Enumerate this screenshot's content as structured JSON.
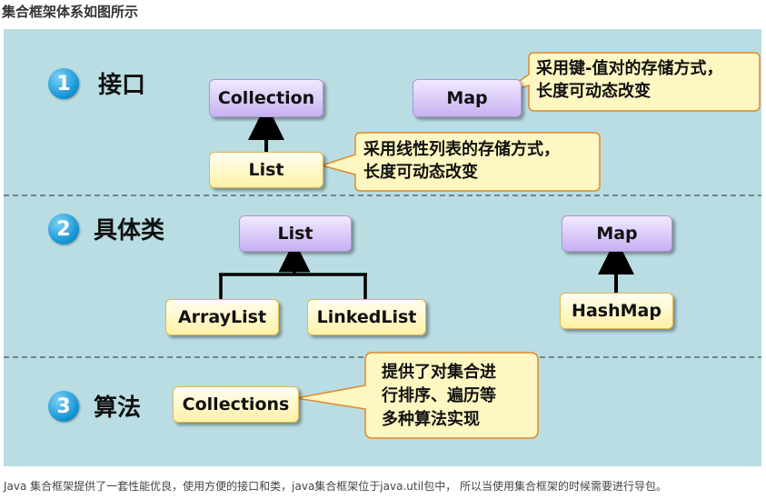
{
  "page": {
    "heading": "集合框架体系如图所示",
    "caption": "Java 集合框架提供了一套性能优良，使用方便的接口和类，java集合框架位于java.util包中， 所以当使用集合框架的时候需要进行导包。"
  },
  "sections": [
    {
      "num": "1",
      "title": "接口"
    },
    {
      "num": "2",
      "title": "具体类"
    },
    {
      "num": "3",
      "title": "算法"
    }
  ],
  "nodes": {
    "collection": "Collection",
    "map_iface": "Map",
    "list_iface": "List",
    "list_class": "List",
    "map_class": "Map",
    "arraylist": "ArrayList",
    "linkedlist": "LinkedList",
    "hashmap": "HashMap",
    "collections": "Collections"
  },
  "callouts": {
    "map": [
      "采用键-值对的存储方式，",
      "长度可动态改变"
    ],
    "list": [
      "采用线性列表的存储方式，",
      "长度可动态改变"
    ],
    "collections": [
      "提供了对集合进",
      "行排序、遍历等",
      "多种算法实现"
    ]
  },
  "colors": {
    "panel": "#b9dde2",
    "interface_fill": "#c7b1f2",
    "class_fill": "#fff1a6",
    "callout_fill": "#fff7c2",
    "callout_border": "#e08a2a",
    "badge": "#1596d6"
  }
}
